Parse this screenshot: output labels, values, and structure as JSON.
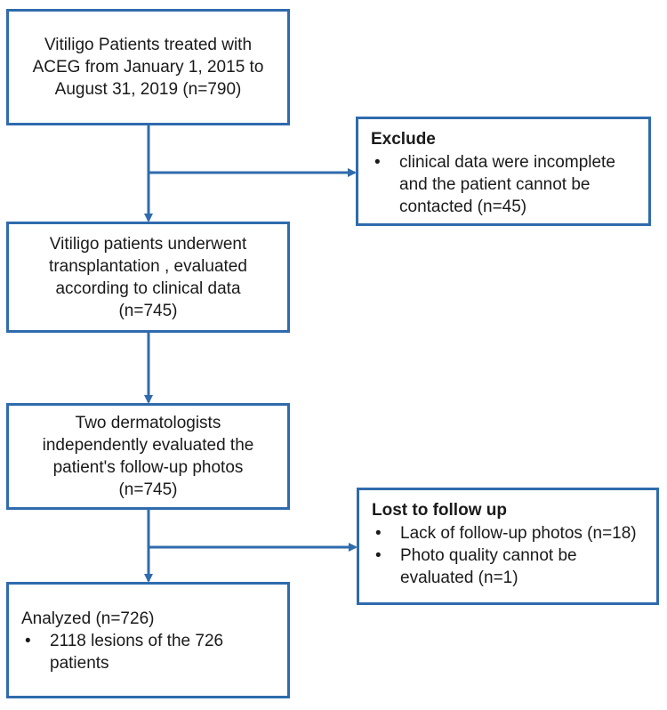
{
  "flowchart": {
    "steps": [
      {
        "lines": [
          "Vitiligo Patients treated with",
          "ACEG from January 1, 2015 to",
          "August 31, 2019 (n=790)"
        ]
      },
      {
        "lines": [
          "Vitiligo patients underwent",
          "transplantation , evaluated",
          "according to clinical data",
          "(n=745)"
        ]
      },
      {
        "lines": [
          "Two dermatologists",
          "independently evaluated the",
          "patient's follow-up photos",
          "(n=745)"
        ]
      }
    ],
    "exclude": {
      "title": "Exclude",
      "items": [
        "clinical data were incomplete and the patient cannot be contacted (n=45)"
      ]
    },
    "lost": {
      "title": "Lost to follow up",
      "items": [
        "Lack of follow-up photos (n=18)",
        "Photo quality cannot be evaluated (n=1)"
      ]
    },
    "analyzed": {
      "title": "Analyzed (n=726)",
      "items": [
        "2118 lesions of the 726 patients"
      ]
    },
    "bullet_symbol": "•",
    "colors": {
      "border": "#2f6bad",
      "arrow": "#2f6bad",
      "text": "#1a1a1a"
    }
  }
}
